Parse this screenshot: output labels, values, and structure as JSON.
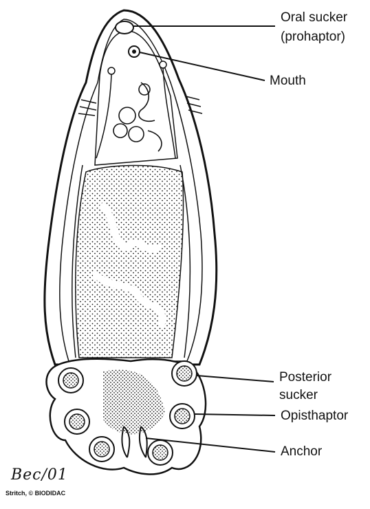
{
  "labels": {
    "oral_sucker_line1": "Oral sucker",
    "oral_sucker_line2": "(prohaptor)",
    "mouth": "Mouth",
    "posterior_sucker_line1": "Posterior",
    "posterior_sucker_line2": "sucker",
    "opisthaptor": "Opisthaptor",
    "anchor": "Anchor"
  },
  "signature": "Bec/01",
  "credit": "Stritch, © BIODIDAC",
  "colors": {
    "ink": "#111111",
    "background": "#ffffff"
  }
}
